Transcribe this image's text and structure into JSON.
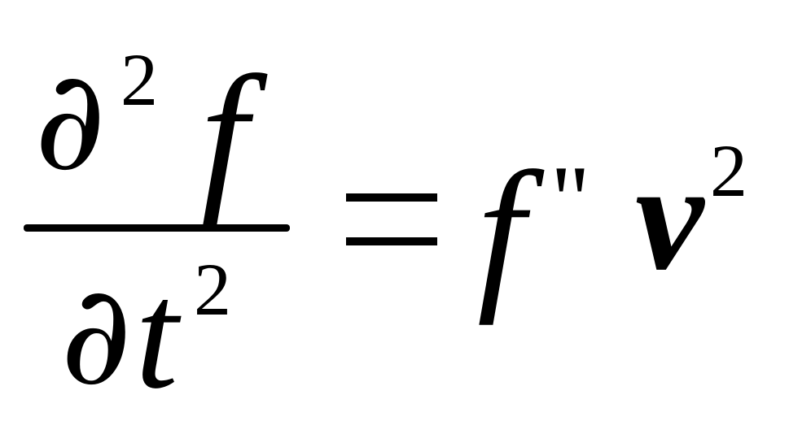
{
  "equation": {
    "numerator": {
      "operator": "∂",
      "exponent": "2",
      "variable": "f"
    },
    "denominator": {
      "operator": "∂",
      "variable": "t",
      "exponent": "2"
    },
    "equals": "=",
    "rhs": {
      "function": "f",
      "prime": "\"",
      "variable": "v",
      "exponent": "2"
    }
  }
}
